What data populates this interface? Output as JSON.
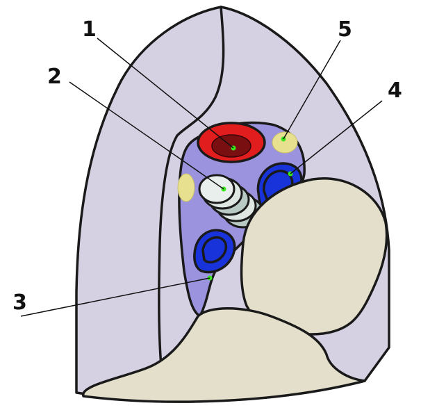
{
  "callouts": [
    {
      "id": "1",
      "label": "1"
    },
    {
      "id": "2",
      "label": "2"
    },
    {
      "id": "3",
      "label": "3"
    },
    {
      "id": "4",
      "label": "4"
    },
    {
      "id": "5",
      "label": "5"
    }
  ],
  "colors": {
    "lung_surface": "#d6d0e3",
    "hilum_field": "#9b93de",
    "bronchus_outer": "#e11d1d",
    "bronchus_inner": "#7a0f12",
    "vein": "#1733d9",
    "node": "#e6e08f",
    "cartilage": "#b9c9c4",
    "heart": "#e3dfcb",
    "point": "#39e81d",
    "outline": "#1a1a1a"
  }
}
